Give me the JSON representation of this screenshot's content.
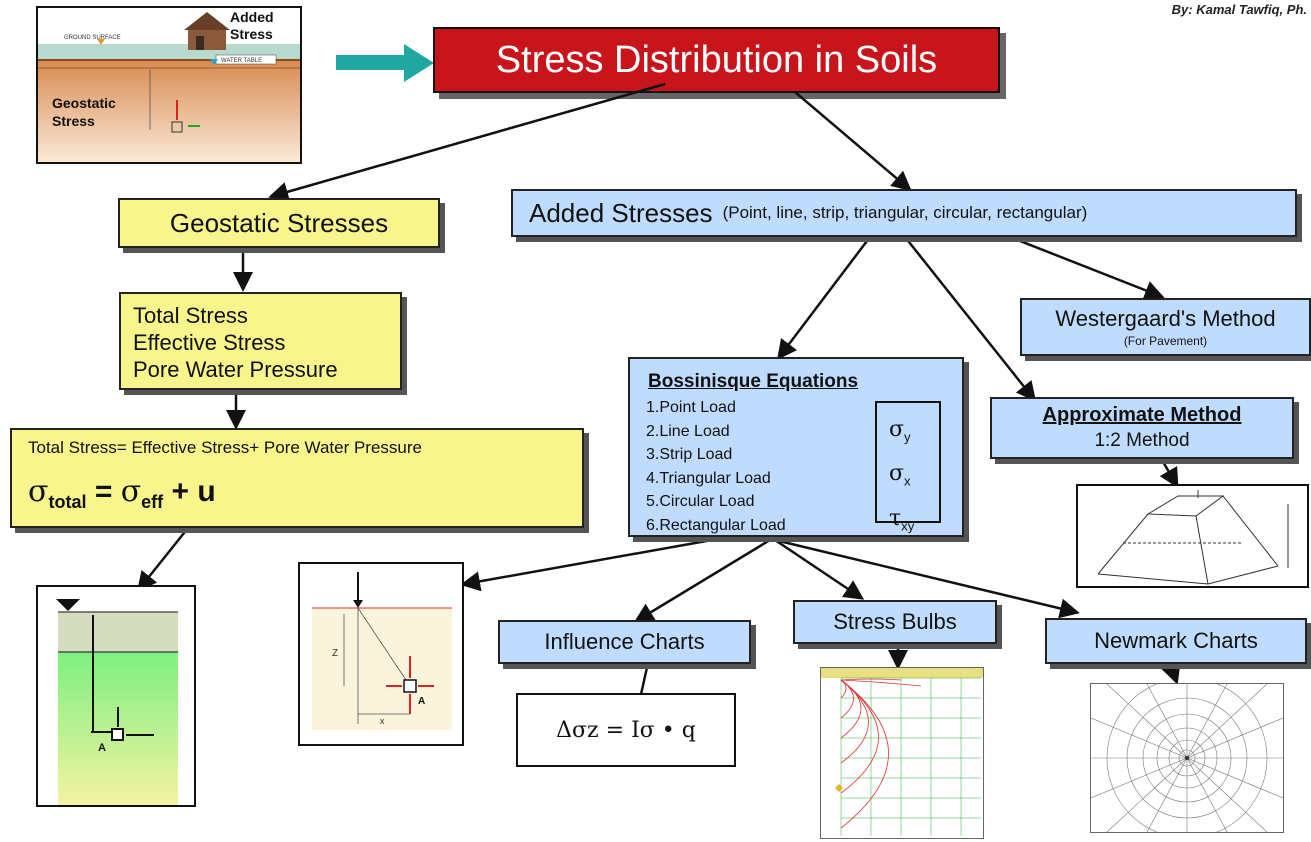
{
  "byline": "By: Kamal Tawfiq, Ph.",
  "title": "Stress Distribution in Soils",
  "thumb_top": {
    "added": "Added",
    "stress": "Stress",
    "geostatic": "Geostatic",
    "geostatic2": "Stress",
    "ground_surface": "GROUND SURFACE",
    "water_table": "WATER TABLE"
  },
  "geostatic": {
    "title": "Geostatic Stresses"
  },
  "geo_list": [
    "Total Stress",
    "Effective Stress",
    "Pore Water Pressure"
  ],
  "total_eq": {
    "text": "Total Stress= Effective Stress+ Pore Water Pressure",
    "sigma": "σ",
    "total_sub": "total",
    "eq": " = ",
    "eff_sub": "eff",
    "plus_u": " + u"
  },
  "added": {
    "title": "Added Stresses",
    "subtitle": "(Point, line, strip, triangular, circular, rectangular)"
  },
  "westergaard": {
    "title": "Westergaard's Method",
    "subtitle": "(For Pavement)"
  },
  "boussinesq": {
    "title": "Bossinisque Equations",
    "items": [
      "1.Point Load",
      "2.Line Load",
      "3.Strip Load",
      "4.Triangular Load",
      "5.Circular Load",
      "6.Rectangular Load"
    ],
    "sigma": "σ",
    "tau": "τ",
    "sub_y": "y",
    "sub_x": "x",
    "sub_xy": "xy"
  },
  "approx": {
    "title": "Approximate Method",
    "subtitle": "1:2 Method"
  },
  "influence": {
    "title": "Influence Charts",
    "formula": "Δσz = Iσ • q"
  },
  "bulbs": {
    "title": "Stress Bulbs"
  },
  "newmark": {
    "title": "Newmark Charts"
  },
  "soil_thumb": {
    "label": "A"
  },
  "point_thumb": {
    "label_z": "Z",
    "label_a": "A",
    "label_x": "x"
  }
}
